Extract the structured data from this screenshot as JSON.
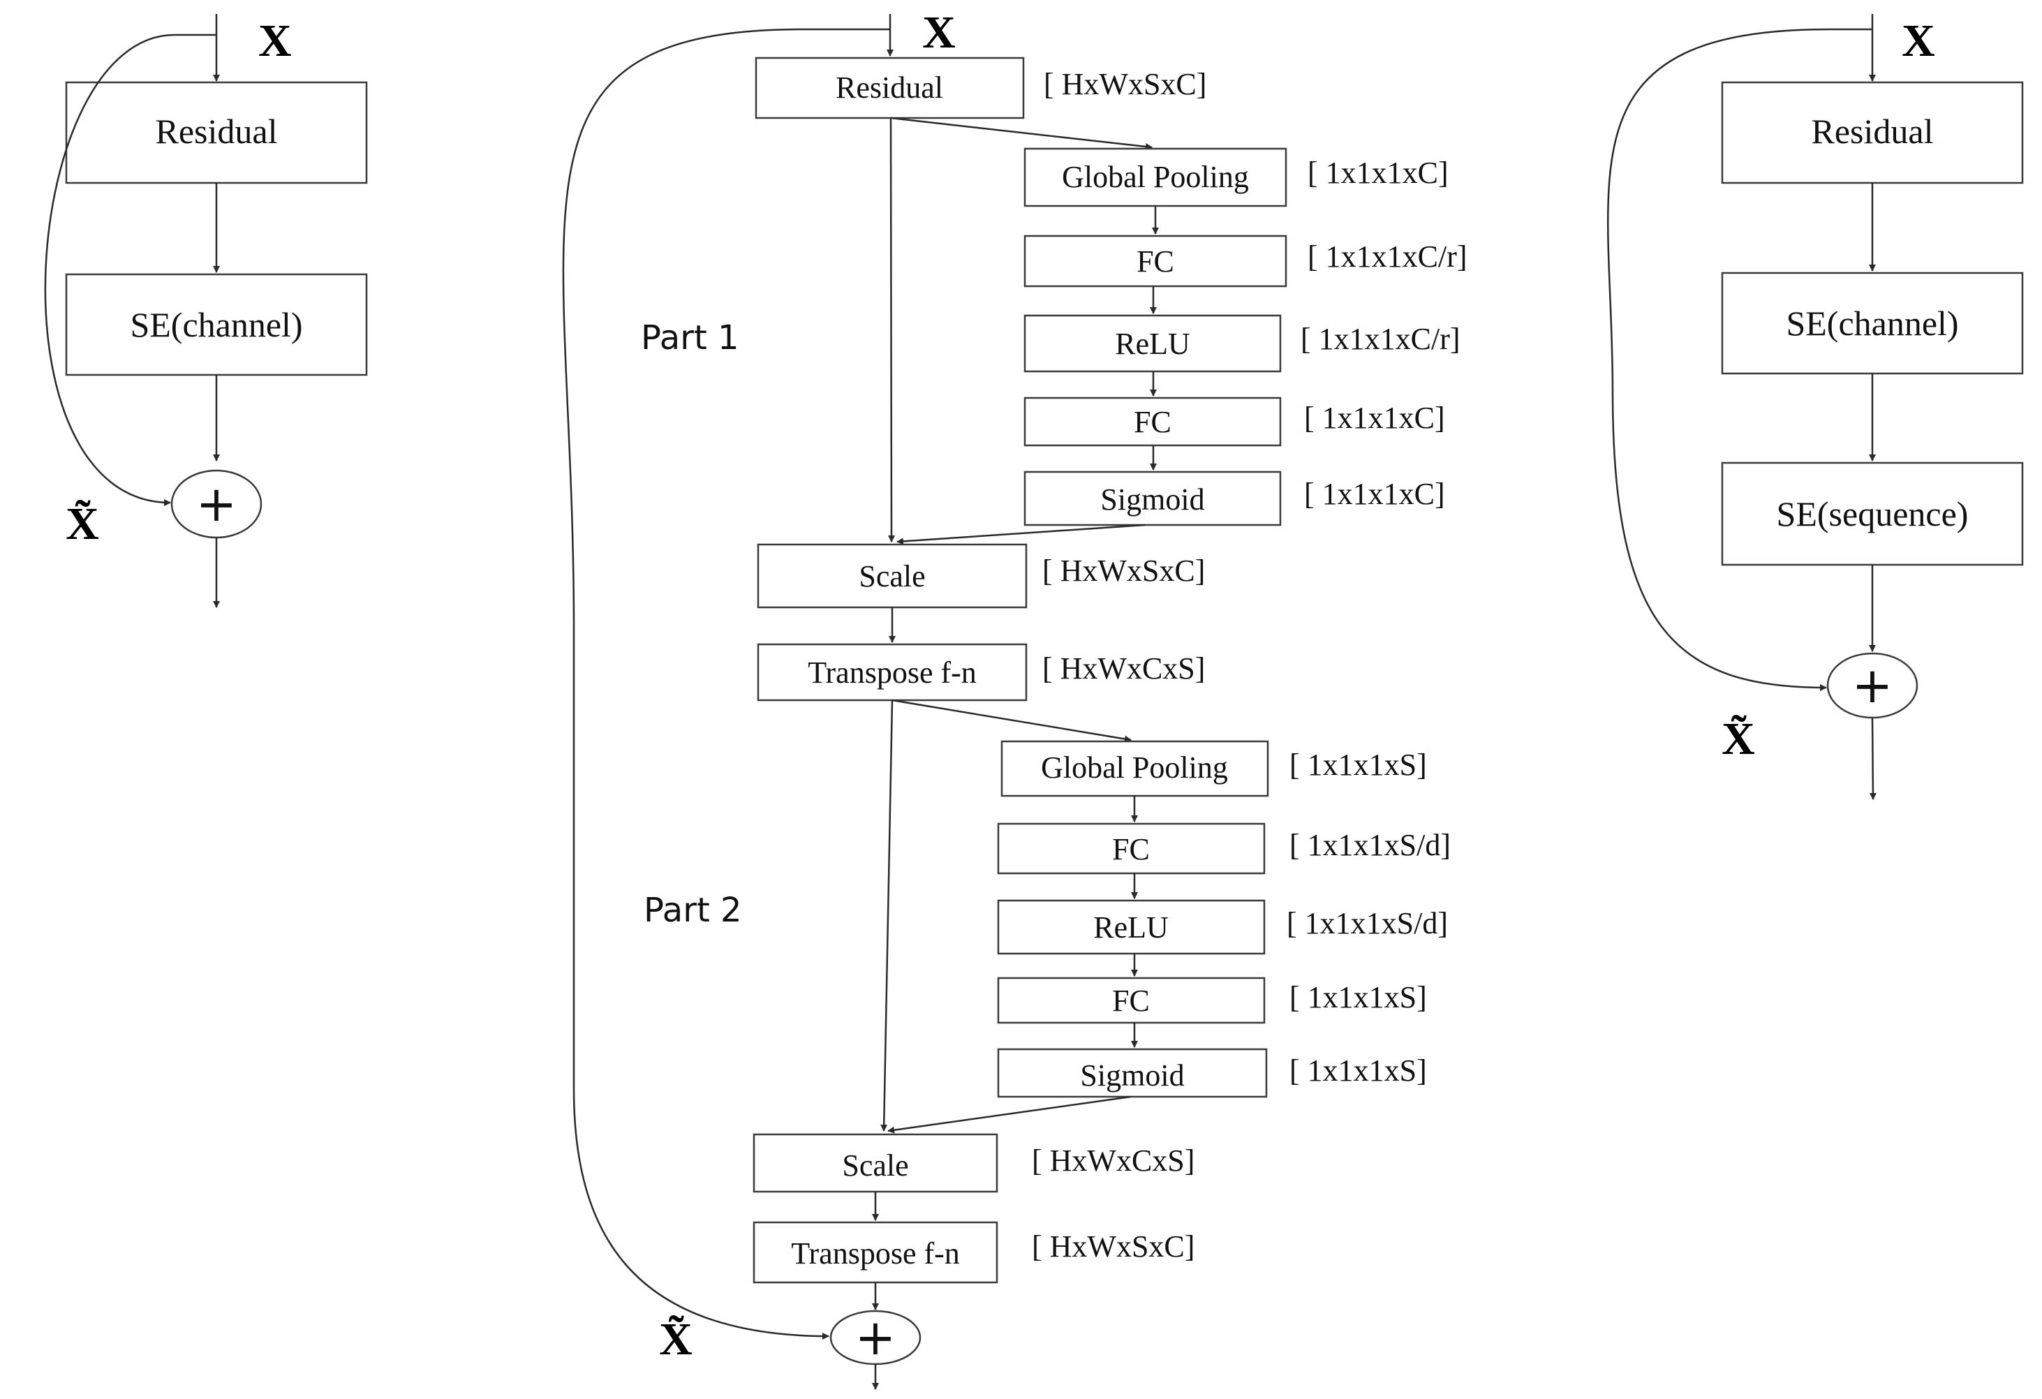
{
  "diagram_a": {
    "input_label": "X",
    "output_label": "X̃",
    "nodes": [
      "Residual",
      "SE(channel)"
    ],
    "sum_symbol": "+"
  },
  "diagram_b": {
    "input_label": "X",
    "output_label": "X̃",
    "part1_label": "Part 1",
    "part2_label": "Part 2",
    "main_nodes": [
      {
        "label": "Residual",
        "dim": "[ HxWxSxC]"
      },
      {
        "label": "Scale",
        "dim": "[ HxWxSxC]"
      },
      {
        "label": "Transpose f-n",
        "dim": "[ HxWxCxS]"
      },
      {
        "label": "Scale",
        "dim": "[ HxWxCxS]"
      },
      {
        "label": "Transpose f-n",
        "dim": "[ HxWxSxC]"
      }
    ],
    "part1_nodes": [
      {
        "label": "Global Pooling",
        "dim": "[ 1x1x1xC]"
      },
      {
        "label": "FC",
        "dim": "[ 1x1x1xC/r]"
      },
      {
        "label": "ReLU",
        "dim": "[ 1x1x1xC/r]"
      },
      {
        "label": "FC",
        "dim": "[ 1x1x1xC]"
      },
      {
        "label": "Sigmoid",
        "dim": "[ 1x1x1xC]"
      }
    ],
    "part2_nodes": [
      {
        "label": "Global Pooling",
        "dim": "[ 1x1x1xS]"
      },
      {
        "label": "FC",
        "dim": "[ 1x1x1xS/d]"
      },
      {
        "label": "ReLU",
        "dim": "[ 1x1x1xS/d]"
      },
      {
        "label": "FC",
        "dim": "[ 1x1x1xS]"
      },
      {
        "label": "Sigmoid",
        "dim": "[ 1x1x1xS]"
      }
    ],
    "sum_symbol": "+"
  },
  "diagram_c": {
    "input_label": "X",
    "output_label": "X̃",
    "nodes": [
      "Residual",
      "SE(channel)",
      "SE(sequence)"
    ],
    "sum_symbol": "+"
  }
}
